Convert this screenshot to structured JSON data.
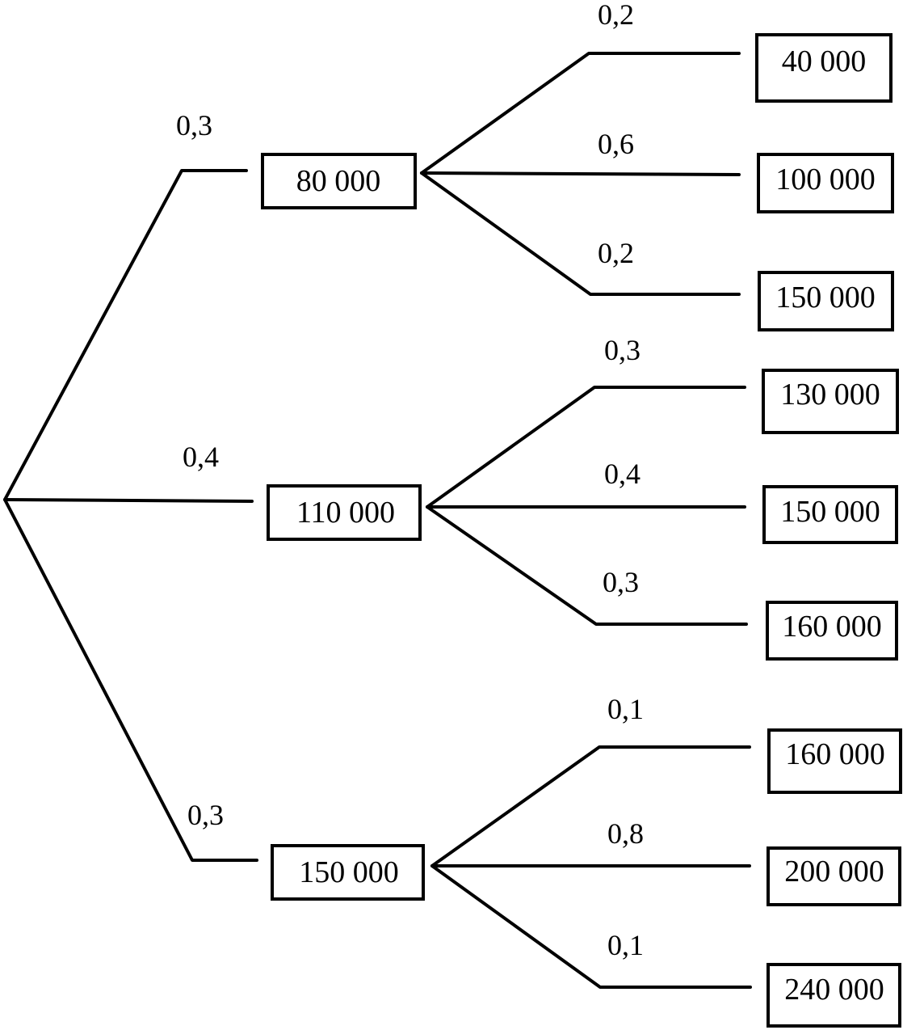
{
  "tree": {
    "branches": [
      {
        "probability": "0,3",
        "value": "80 000",
        "outcomes": [
          {
            "probability": "0,2",
            "value": "40 000"
          },
          {
            "probability": "0,6",
            "value": "100 000"
          },
          {
            "probability": "0,2",
            "value": "150 000"
          }
        ]
      },
      {
        "probability": "0,4",
        "value": "110 000",
        "outcomes": [
          {
            "probability": "0,3",
            "value": "130 000"
          },
          {
            "probability": "0,4",
            "value": "150 000"
          },
          {
            "probability": "0,3",
            "value": "160 000"
          }
        ]
      },
      {
        "probability": "0,3",
        "value": "150 000",
        "outcomes": [
          {
            "probability": "0,1",
            "value": "160 000"
          },
          {
            "probability": "0,8",
            "value": "200 000"
          },
          {
            "probability": "0,1",
            "value": "240 000"
          }
        ]
      }
    ]
  }
}
